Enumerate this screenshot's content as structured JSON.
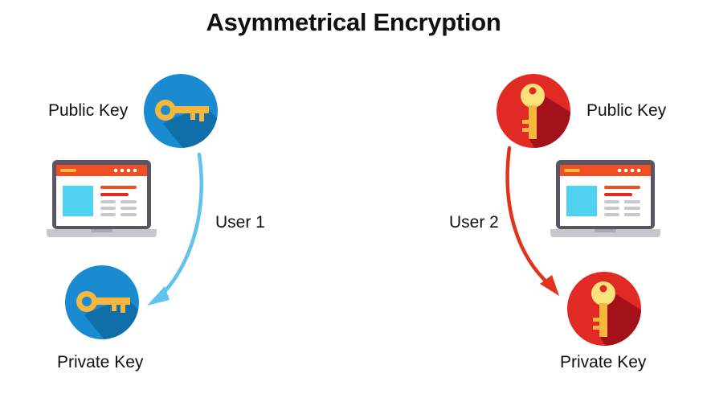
{
  "title": "Asymmetrical Encryption",
  "user1": {
    "name": "User 1",
    "public_key_label": "Public Key",
    "private_key_label": "Private Key",
    "key_icon": "key-icon",
    "circle_color": "#1a8bd0",
    "arrow_color": "#5ec3ef"
  },
  "user2": {
    "name": "User 2",
    "public_key_label": "Public Key",
    "private_key_label": "Private Key",
    "key_icon": "key-icon",
    "circle_color": "#e12a24",
    "arrow_color": "#e3321c"
  },
  "colors": {
    "key_gold": "#f6b73c",
    "laptop_frame": "#5a5560",
    "laptop_header": "#f04e23",
    "laptop_image": "#4fd3f1"
  }
}
